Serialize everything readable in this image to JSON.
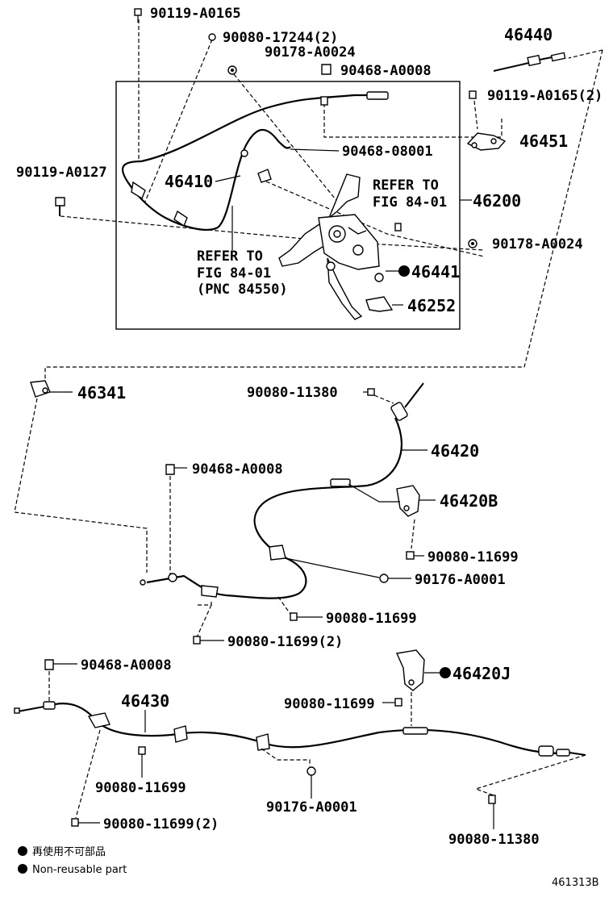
{
  "labels": {
    "p90119_a0165_top": "90119-A0165",
    "p90080_17244": "90080-17244(2)",
    "p90178_a0024_top": "90178-A0024",
    "p46440": "46440",
    "p90468_a0008_top": "90468-A0008",
    "p90119_a0165_2": "90119-A0165(2)",
    "p46451": "46451",
    "p90468_08001": "90468-08001",
    "p90119_a0127": "90119-A0127",
    "p46410": "46410",
    "refer_top_1": "REFER TO",
    "refer_top_2": "FIG 84-01",
    "p46200": "46200",
    "p90178_a0024_right": "90178-A0024",
    "refer_left_1": "REFER TO",
    "refer_left_2": "FIG 84-01",
    "refer_left_3": "(PNC 84550)",
    "p46441": "46441",
    "p46252": "46252",
    "p46341": "46341",
    "p90080_11380_mid": "90080-11380",
    "p46420": "46420",
    "p90468_a0008_mid": "90468-A0008",
    "p46420b": "46420B",
    "p90080_11699_a": "90080-11699",
    "p90176_a0001_mid": "90176-A0001",
    "p90080_11699_b": "90080-11699",
    "p90080_11699_2_mid": "90080-11699(2)",
    "p90468_a0008_low": "90468-A0008",
    "p46420j": "46420J",
    "p46430": "46430",
    "p90080_11699_c": "90080-11699",
    "p90080_11699_d": "90080-11699",
    "p90176_a0001_low": "90176-A0001",
    "p90080_11699_2_low": "90080-11699(2)",
    "p90080_11380_low": "90080-11380"
  },
  "legend": {
    "japanese": "再使用不可部品",
    "english": "Non-reusable part"
  },
  "figure_code": "461313B"
}
